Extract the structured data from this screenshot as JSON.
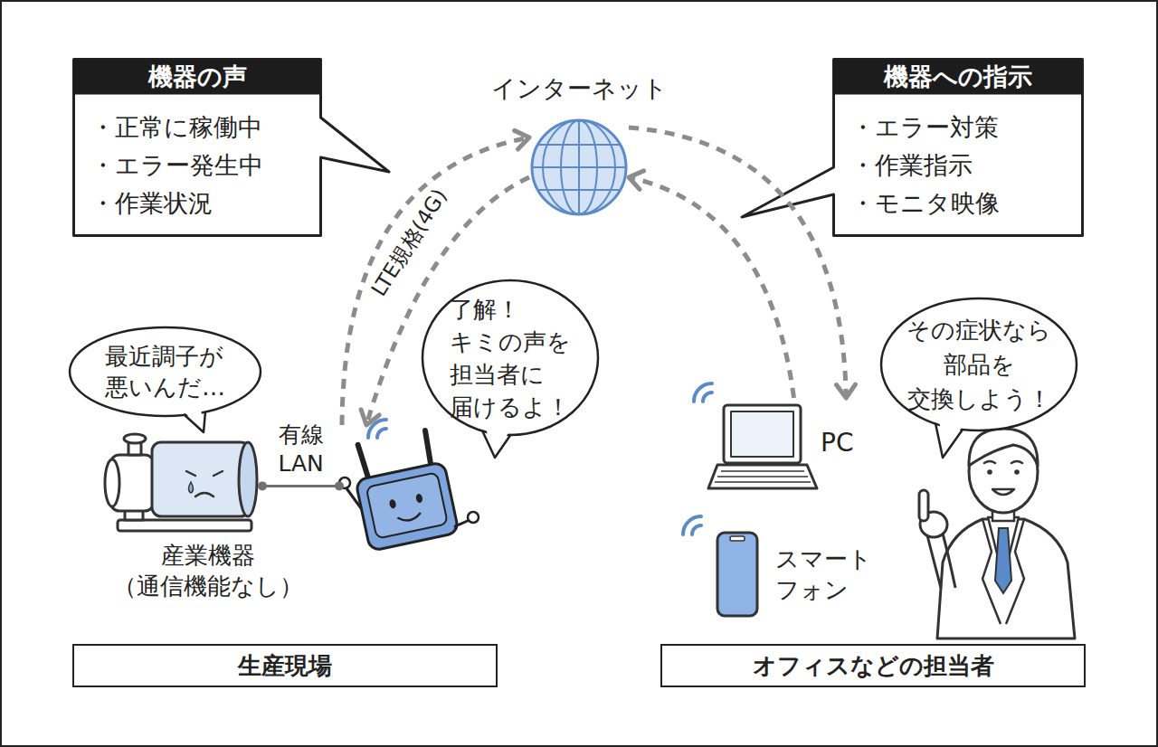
{
  "diagram": {
    "nodes": [
      {
        "text": [
          "機器の声",
          "・正常に稼働中",
          "・エラー発生中",
          "・作業状況"
        ]
      },
      {
        "text": [
          "インターネット"
        ]
      },
      {
        "text": [
          "機器への指示",
          "・エラー対策",
          "・作業指示",
          "・モニタ映像"
        ]
      },
      {
        "text": [
          "最近調子が 悪いんだ…"
        ]
      },
      {
        "text": [
          "了解！ キミの声を 担当者に 届けるよ！"
        ]
      },
      {
        "text": [
          "その症状なら 部品を 交換しよう！"
        ]
      },
      {
        "text": [
          "産業機器 （通信機能なし）"
        ]
      },
      {
        "text": []
      },
      {
        "text": [
          "PC"
        ]
      },
      {
        "text": [
          "スマート フォン"
        ]
      },
      {
        "text": [
          "生産現場"
        ]
      },
      {
        "text": [
          "オフィスなどの担当者"
        ]
      }
    ],
    "edges": [
      {
        "from": 7,
        "to": 1,
        "arrow": "to",
        "label": "LTE規格(4G)"
      },
      {
        "from": 1,
        "to": 7,
        "arrow": "to"
      },
      {
        "from": 1,
        "to": 8,
        "arrow": "to"
      },
      {
        "from": 8,
        "to": 1,
        "arrow": "to"
      },
      {
        "from": 6,
        "to": 7,
        "arrow": "none",
        "label": "有線 LAN"
      }
    ]
  }
}
